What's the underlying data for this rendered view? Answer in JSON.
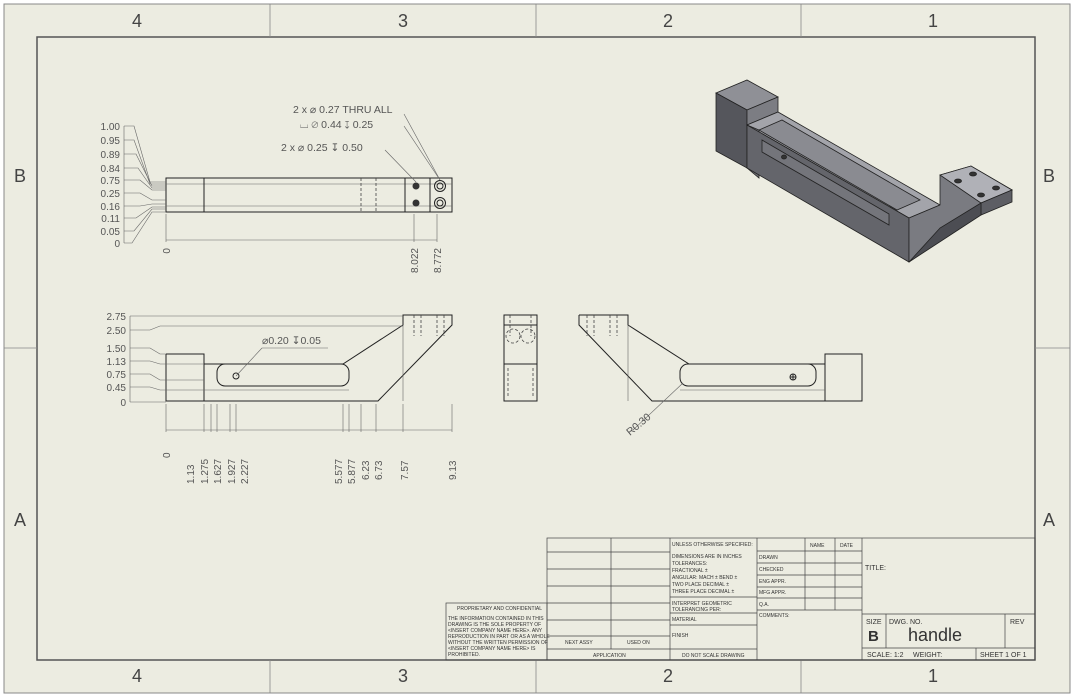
{
  "zones": {
    "top": [
      "4",
      "3",
      "2",
      "1"
    ],
    "bottom": [
      "4",
      "3",
      "2",
      "1"
    ],
    "left": [
      "B",
      "A"
    ],
    "right": [
      "B",
      "A"
    ]
  },
  "top_view": {
    "vertical_ordinates": [
      "1.00",
      "0.95",
      "0.89",
      "0.84",
      "0.75",
      "0.25",
      "0.16",
      "0.11",
      "0.05",
      "0"
    ],
    "horizontal_ordinates": [
      "0",
      "8.022",
      "8.772"
    ],
    "hole_callout_1": "2 x ⌀ 0.27 THRU ALL",
    "hole_callout_2": "⌴ ⌀ 0.44 ↧ 0.25",
    "hole_callout_3": "2 x ⌀ 0.25 ↧ 0.50"
  },
  "front_view": {
    "vertical_ordinates": [
      "2.75",
      "2.50",
      "1.50",
      "1.13",
      "0.75",
      "0.45",
      "0"
    ],
    "horizontal_ordinates": [
      "0",
      "1.13",
      "1.275",
      "1.627",
      "1.927",
      "2.227",
      "5.577",
      "5.877",
      "6.23",
      "6.73",
      "7.57",
      "9.13"
    ],
    "hole_callout": "⌀0.20 ↧0.05"
  },
  "right_view": {
    "radius_label": "R0.30"
  },
  "title_block": {
    "unless_specified": "UNLESS OTHERWISE SPECIFIED:",
    "dims_note": "DIMENSIONS ARE IN INCHES",
    "tolerances": "TOLERANCES:",
    "fractional": "FRACTIONAL ±",
    "angular": "ANGULAR: MACH ±   BEND ±",
    "two_place": "TWO PLACE DECIMAL   ±",
    "three_place": "THREE PLACE DECIMAL   ±",
    "interpret": "INTERPRET GEOMETRIC",
    "tolerancing": "TOLERANCING PER:",
    "material": "MATERIAL",
    "finish": "FINISH",
    "name_header": "NAME",
    "date_header": "DATE",
    "drawn": "DRAWN",
    "checked": "CHECKED",
    "eng_appr": "ENG APPR.",
    "mfg_appr": "MFG APPR.",
    "qa": "Q.A.",
    "comments": "COMMENTS:",
    "title_label": "TITLE:",
    "size_label": "SIZE",
    "size": "B",
    "dwg_no_label": "DWG. NO.",
    "dwg_no": "handle",
    "rev_label": "REV",
    "scale": "SCALE: 1:2",
    "weight": "WEIGHT:",
    "sheet": "SHEET 1 OF 1",
    "next_assy": "NEXT ASSY",
    "used_on": "USED ON",
    "application": "APPLICATION",
    "do_not_scale": "DO NOT SCALE DRAWING",
    "proprietary_title": "PROPRIETARY AND CONFIDENTIAL",
    "proprietary_lines": [
      "THE INFORMATION CONTAINED IN THIS",
      "DRAWING IS THE SOLE PROPERTY OF",
      "<INSERT COMPANY NAME HERE>. ANY",
      "REPRODUCTION IN PART OR AS A WHOLE",
      "WITHOUT THE WRITTEN PERMISSION OF",
      "<INSERT COMPANY NAME HERE> IS",
      "PROHIBITED."
    ]
  }
}
